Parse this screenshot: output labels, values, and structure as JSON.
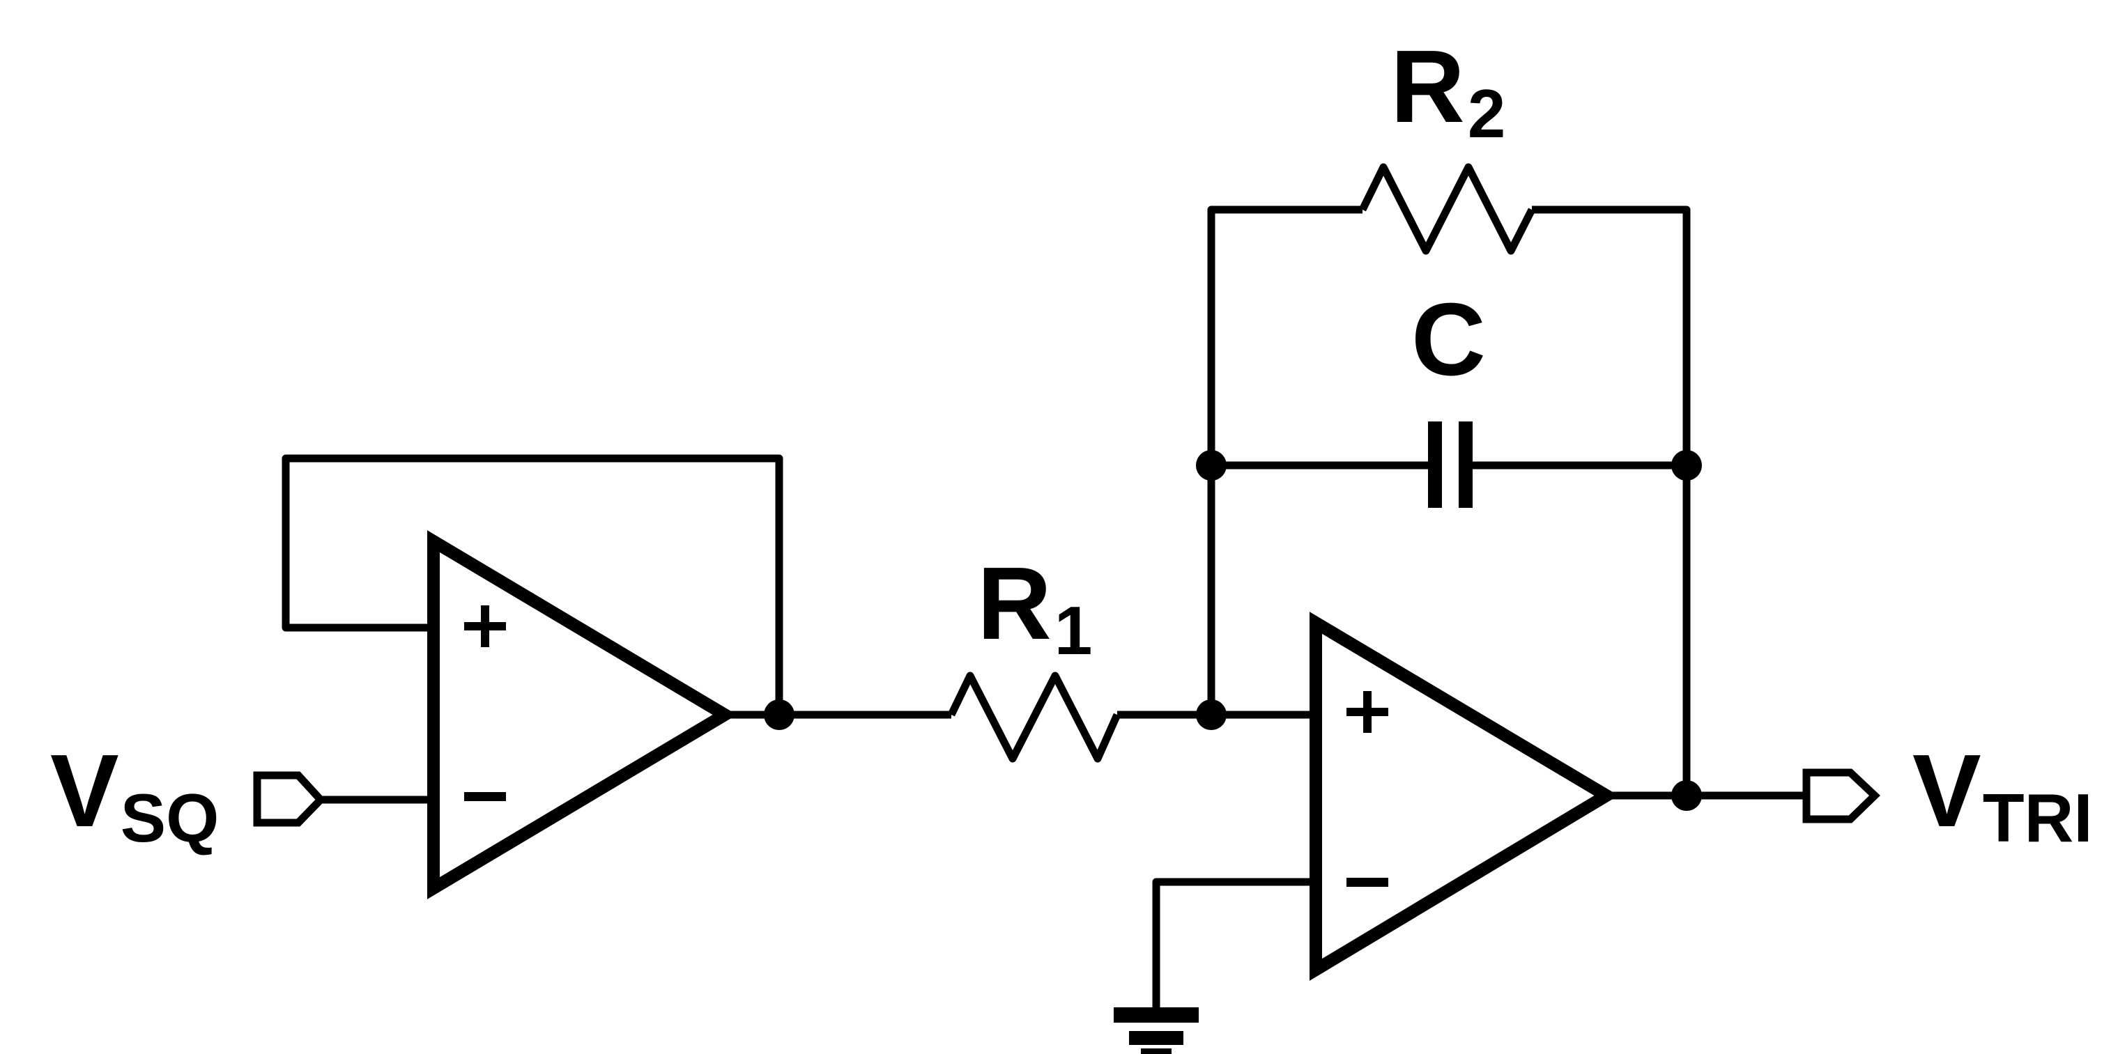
{
  "diagram": {
    "type": "circuit-schematic",
    "components": {
      "input_port": {
        "main": "V",
        "sub": "SQ",
        "icon": "input-port-arrow"
      },
      "output_port": {
        "main": "V",
        "sub": "TRI",
        "icon": "output-port-arrow"
      },
      "resistor_1": {
        "main": "R",
        "sub": "1"
      },
      "resistor_2": {
        "main": "R",
        "sub": "2"
      },
      "capacitor": {
        "main": "C"
      },
      "opamp_buffer": {
        "plus": "+",
        "minus": "-"
      },
      "opamp_integrator": {
        "plus": "+",
        "minus": "-"
      },
      "ground": {
        "icon": "ground-symbol"
      }
    },
    "colors": {
      "stroke": "#000000",
      "background": "#ffffff"
    }
  }
}
